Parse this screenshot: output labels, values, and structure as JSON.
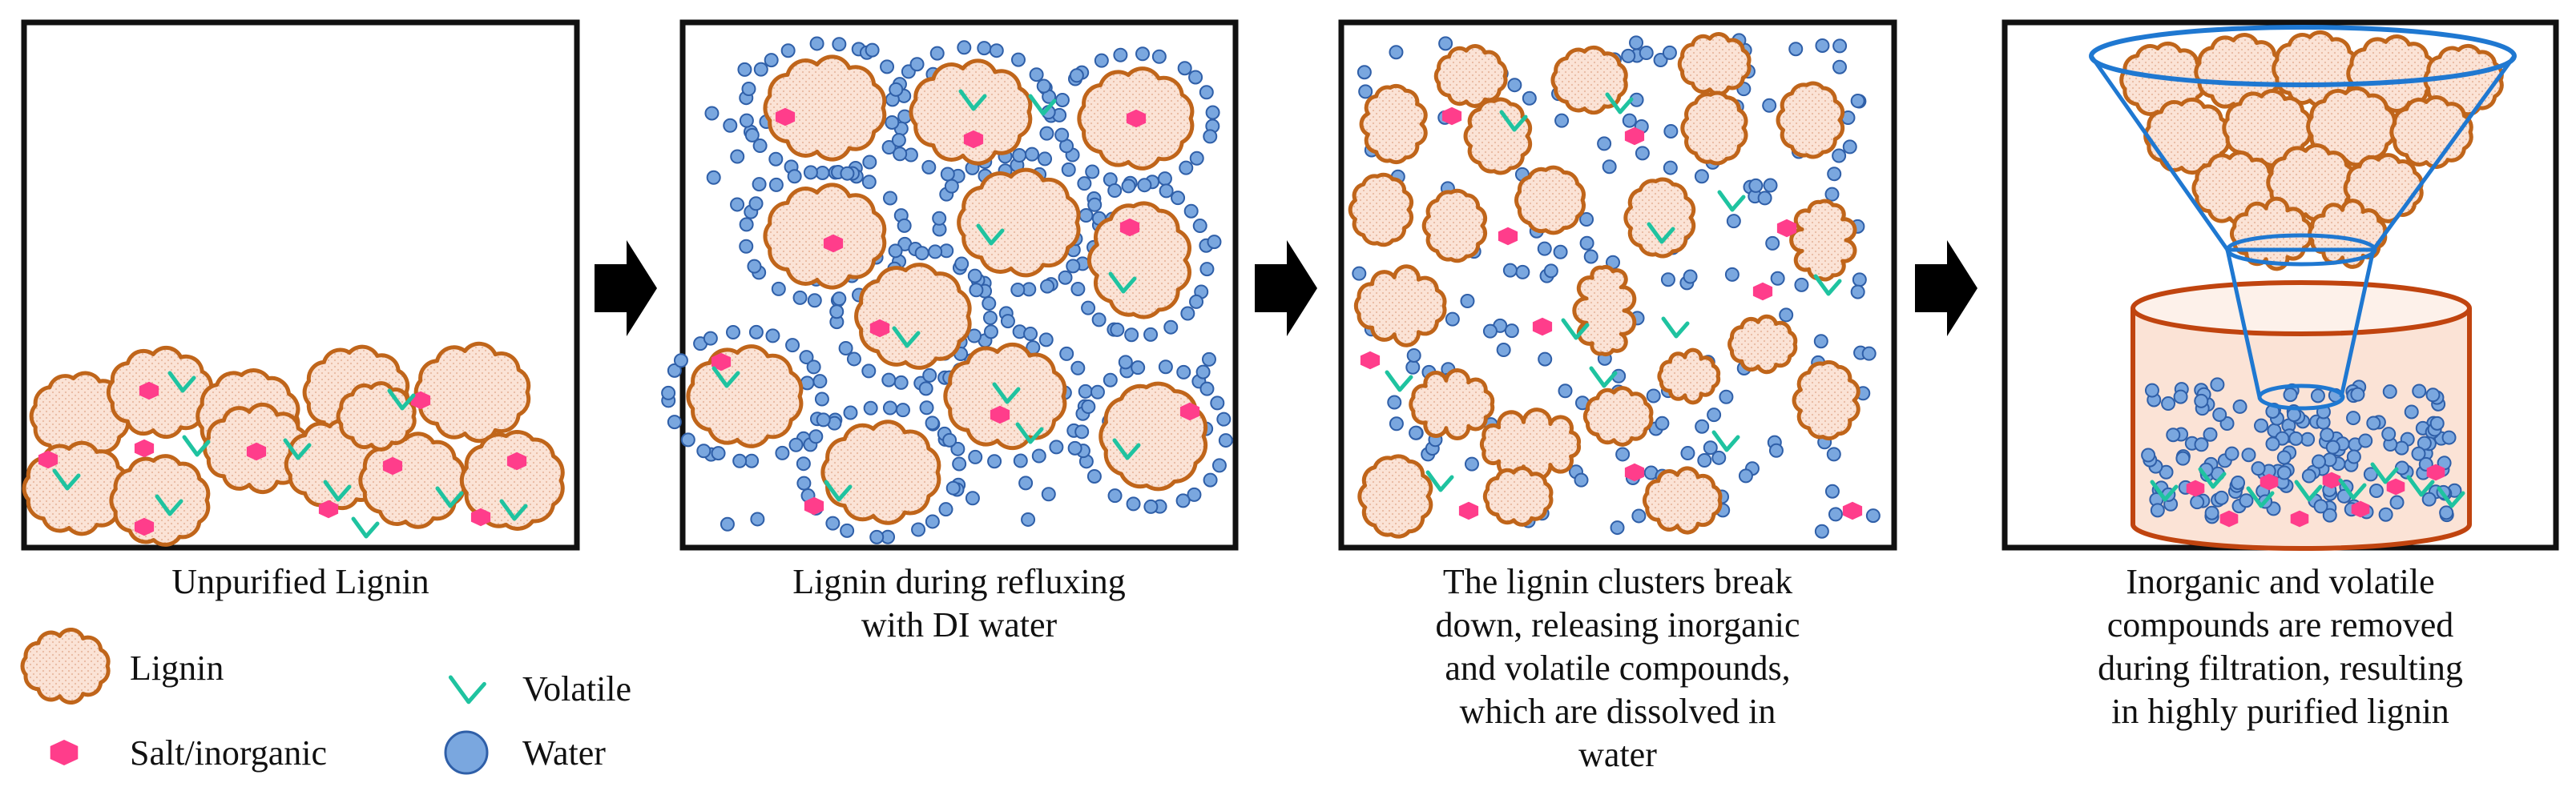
{
  "panels": [
    {
      "caption": "Unpurified Lignin"
    },
    {
      "caption": "Lignin during refluxing\nwith DI water"
    },
    {
      "caption": "The lignin clusters break\ndown, releasing inorganic\nand volatile compounds,\nwhich are dissolved in\nwater"
    },
    {
      "caption": "Inorganic and volatile\ncompounds are removed\nduring filtration, resulting\nin highly purified lignin"
    }
  ],
  "legend": {
    "lignin": "Lignin",
    "salt": "Salt/inorganic",
    "volatile": "Volatile",
    "water": "Water"
  },
  "colors": {
    "lignin_fill": "#fbe3d6",
    "lignin_stroke": "#c0651a",
    "salt": "#ff3d8b",
    "volatile": "#1fc3a0",
    "water_fill": "#7aa7df",
    "water_stroke": "#2f5fa8",
    "funnel": "#1f78d1",
    "beaker_fill": "#fbe3d6",
    "beaker_stroke": "#c0440f",
    "frame": "#111111",
    "arrow": "#000000"
  }
}
